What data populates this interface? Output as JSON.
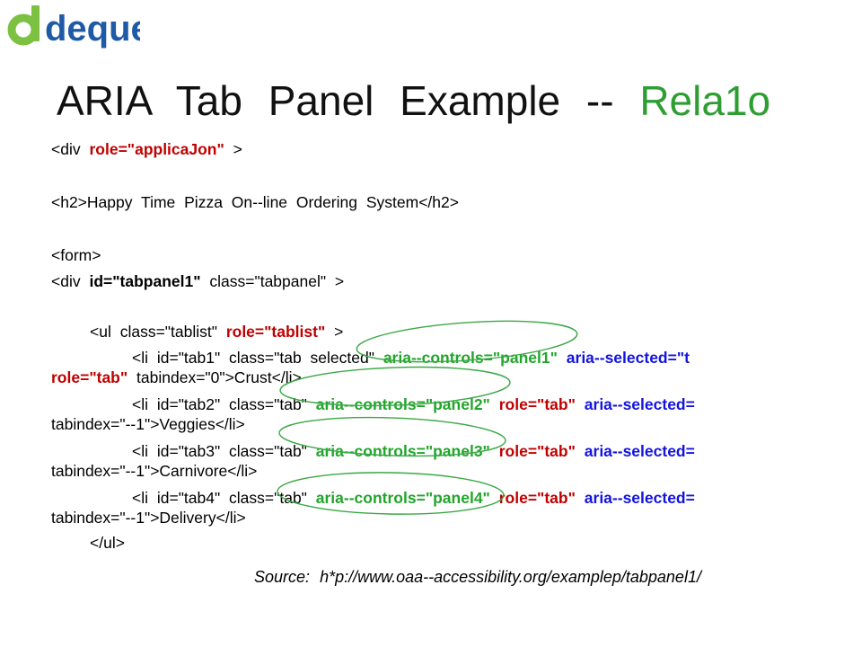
{
  "logo": {
    "text": "deque"
  },
  "title": {
    "main": "ARIA Tab Panel Example -- ",
    "accent": "Rela1o"
  },
  "code": {
    "line1": {
      "open": "<div",
      "attr": "role=\"applicaJon\"",
      "close": ">"
    },
    "line2": {
      "text": "<h2>Happy Time Pizza On--line Ordering System</h2>"
    },
    "line3": {
      "text": "<form>"
    },
    "line4": {
      "open": "<div",
      "attr": "id=\"tabpanel1\"",
      "rest": "class=\"tabpanel\" >"
    },
    "line5": {
      "open": "<ul class=\"tablist\"",
      "attr": "role=\"tablist\"",
      "close": ">"
    },
    "li1": {
      "a": "<li id=\"tab1\" class=\"tab selected\"",
      "b": "aria--controls=\"panel1\"",
      "c": "aria--selected=\"t",
      "cont_role": "role=\"tab\"",
      "cont_rest": "tabindex=\"0\">Crust</li>"
    },
    "li2": {
      "a": "<li id=\"tab2\" class=\"tab\"",
      "b": "aria--controls=\"panel2\"",
      "c": "role=\"tab\"",
      "d": "aria--selected=",
      "cont": "tabindex=\"--1\">Veggies</li>"
    },
    "li3": {
      "a": "<li id=\"tab3\" class=\"tab\"",
      "b": "aria--controls=\"panel3\"",
      "c": "role=\"tab\"",
      "d": "aria--selected=",
      "cont": "tabindex=\"--1\">Carnivore</li>"
    },
    "li4": {
      "a": "<li id=\"tab4\" class=\"tab\"",
      "b": "aria--controls=\"panel4\"",
      "c": "role=\"tab\"",
      "d": "aria--selected=",
      "cont": "tabindex=\"--1\">Delivery</li>"
    },
    "ul_close": "</ul>"
  },
  "source": {
    "label": "Source:",
    "url": "h*p://www.oaa--accessibility.org/examplep/tabpanel1/"
  },
  "colors": {
    "accent_green": "#2e9e33",
    "attr_red": "#c00000",
    "attr_green": "#22a52b",
    "attr_blue": "#1414e0",
    "ellipse_green": "#3aa845"
  }
}
